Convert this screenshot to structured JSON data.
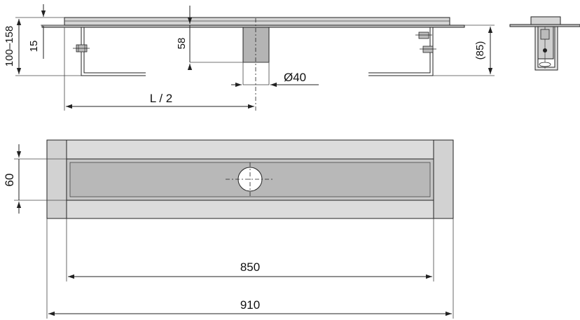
{
  "side_view": {
    "dim_height_range": "100–158",
    "dim_flange": "15",
    "dim_outlet_depth": "58",
    "dim_outlet_diameter": "Ø40",
    "dim_half_length": "L / 2",
    "dim_overall_height": "(85)"
  },
  "top_view": {
    "dim_width": "60",
    "dim_inner_length": "850",
    "dim_outer_length": "910"
  },
  "colors": {
    "steel_light": "#dcdcdc",
    "steel_mid": "#c4c4c4",
    "steel_dark": "#a8a8a8",
    "line": "#222222"
  }
}
